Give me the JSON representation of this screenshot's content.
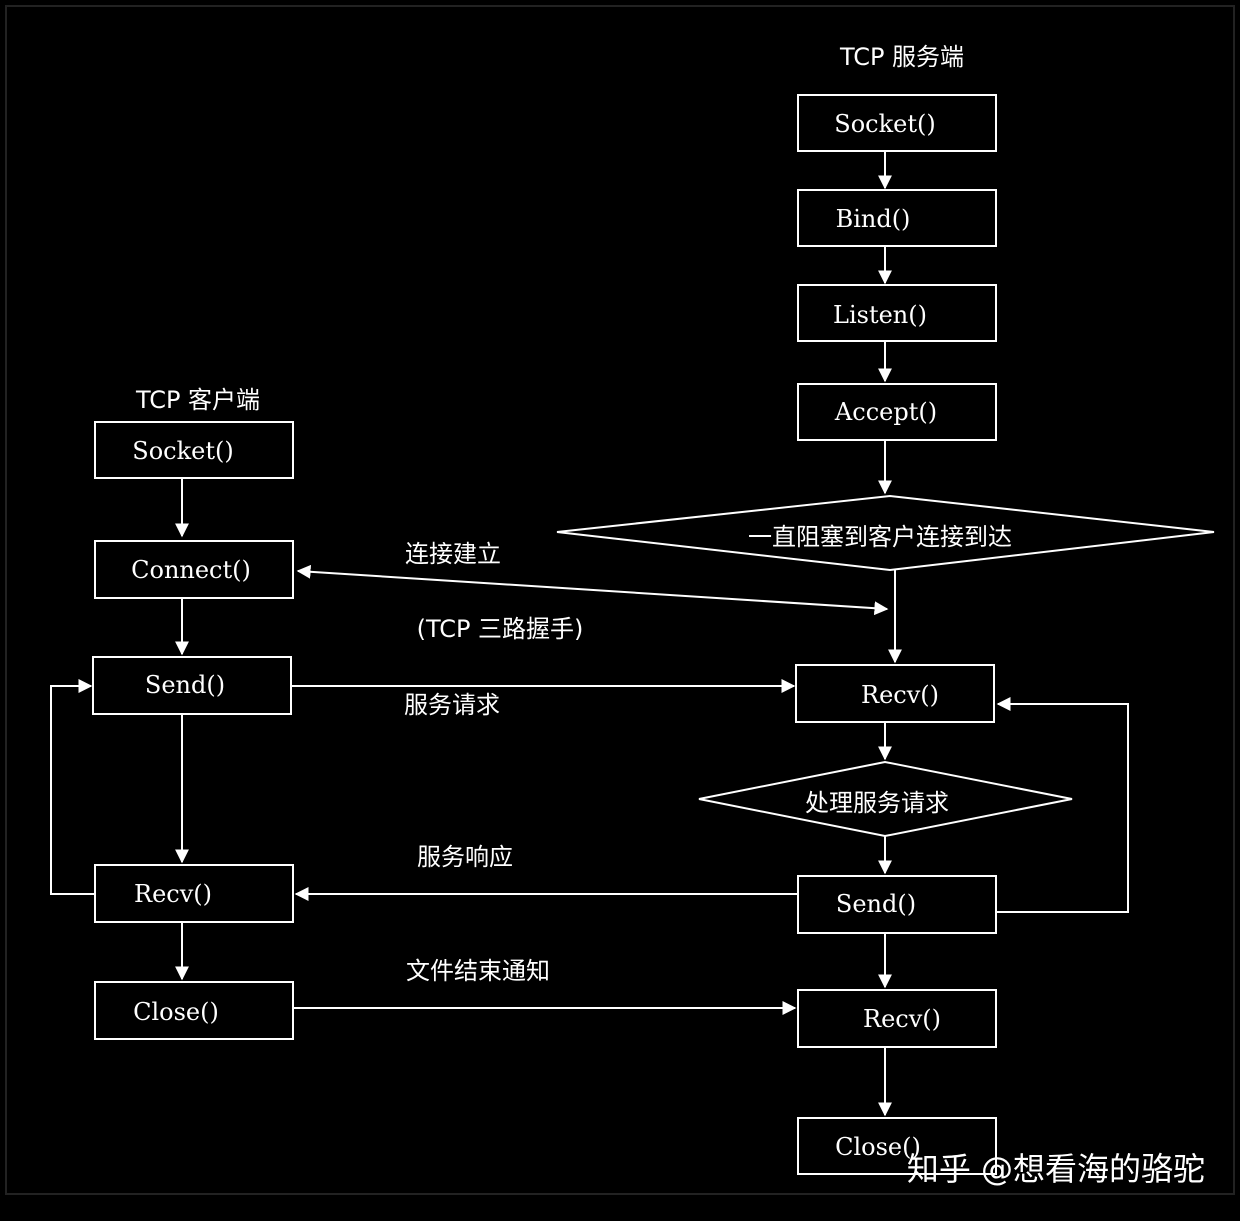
{
  "server": {
    "title": "TCP 服务端",
    "socket": "Socket()",
    "bind": "Bind()",
    "listen": "Listen()",
    "accept": "Accept()",
    "block": "一直阻塞到客户连接到达",
    "recv1": "Recv()",
    "process": "处理服务请求",
    "send": "Send()",
    "recv2": "Recv()",
    "close": "Close()"
  },
  "client": {
    "title": "TCP 客户端",
    "socket": "Socket()",
    "connect": "Connect()",
    "send": "Send()",
    "recv": "Recv()",
    "close": "Close()"
  },
  "messages": {
    "connect": "连接建立",
    "handshake": "(TCP 三路握手)",
    "request": "服务请求",
    "response": "服务响应",
    "eof": "文件结束通知"
  },
  "watermark": "知乎 @想看海的骆驼"
}
